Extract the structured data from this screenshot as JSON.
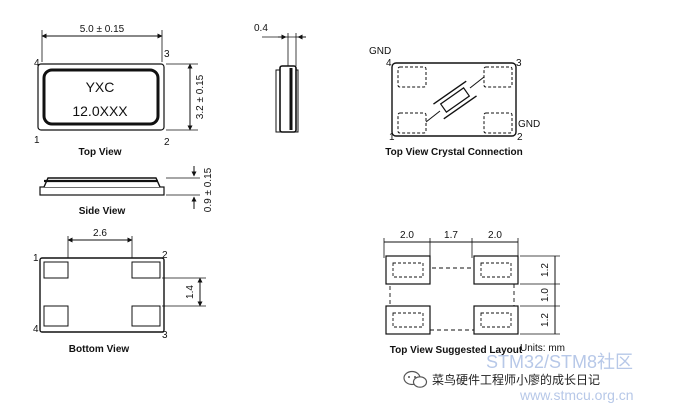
{
  "top_view": {
    "width_dim": "5.0 ± 0.15",
    "height_dim": "3.2 ± 0.15",
    "marking_line1": "YXC",
    "marking_line2": "12.0XXX",
    "pin1": "1",
    "pin2": "2",
    "pin3": "3",
    "pin4": "4",
    "caption": "Top View"
  },
  "side_thickness": {
    "dim": "0.4"
  },
  "crystal_connection": {
    "gnd_top": "GND",
    "gnd_bottom": "GND",
    "pin1": "1",
    "pin2": "2",
    "pin3": "3",
    "pin4": "4",
    "caption": "Top View Crystal Connection"
  },
  "side_view": {
    "height_dim": "0.9 ± 0.15",
    "caption": "Side View"
  },
  "bottom_view": {
    "pad_spacing_dim": "2.6",
    "pad_height_dim": "1.4",
    "pin1": "1",
    "pin2": "2",
    "pin3": "3",
    "pin4": "4",
    "caption": "Bottom View"
  },
  "suggested_layout": {
    "dim_left": "2.0",
    "dim_mid": "1.7",
    "dim_right": "2.0",
    "dim_pad_top": "1.2",
    "dim_gap": "1.0",
    "dim_pad_bottom": "1.2",
    "units": "Units: mm",
    "caption": "Top View Suggested Layout"
  },
  "watermark": {
    "text": "STM32/STM8社区",
    "url_text": "www.stmcu.org.cn"
  },
  "credit": {
    "icon": "wechat-icon",
    "text": "菜鸟硬件工程师小廖的成长日记"
  }
}
